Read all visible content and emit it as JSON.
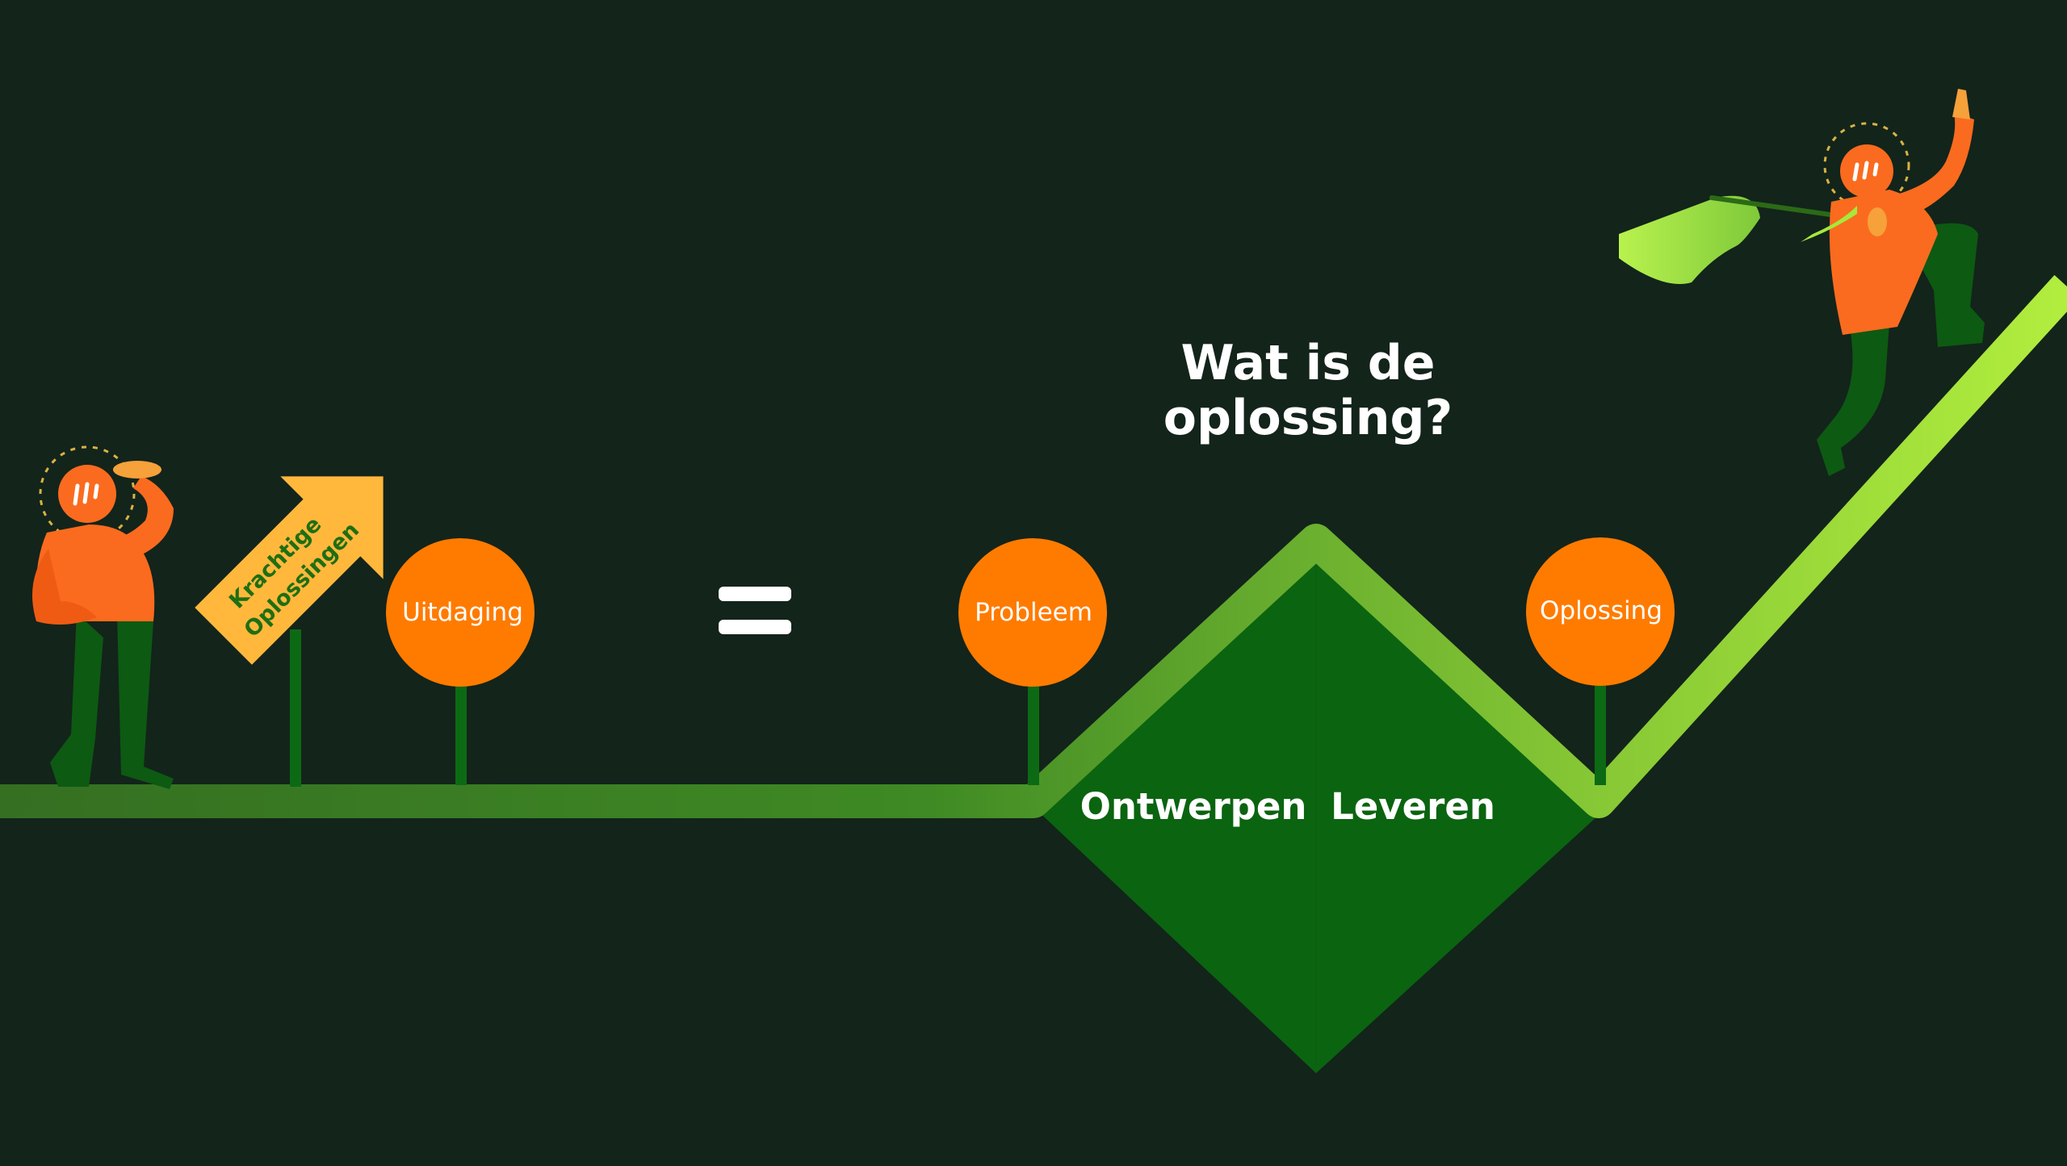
{
  "diagram": {
    "title_line1": "Wat is de",
    "title_line2": "oplossing?",
    "equals_symbol": "=",
    "sign": {
      "line1": "Krachtige",
      "line2": "Oplossingen"
    },
    "nodes": {
      "uitdaging": "Uitdaging",
      "probleem": "Probleem",
      "oplossing": "Oplossing"
    },
    "phases": {
      "ontwerpen": "Ontwerpen",
      "leveren": "Leveren"
    }
  },
  "colors": {
    "background": "#13241b",
    "node_fill": "#ff7b00",
    "path_green": "#5fa82a",
    "path_bright": "#a6e83c",
    "diamond_fill": "#0b6410",
    "stick_green": "#0d6a14",
    "sign_yellow": "#ffb83c",
    "person_orange": "#fa6b1f",
    "person_green": "#0d5a12",
    "flag_green": "#b6f04d",
    "text_white": "#ffffff"
  },
  "icons": {
    "left_figure": "thinking-person-icon",
    "right_figure": "celebrating-person-with-flag-icon",
    "sign": "arrow-signpost-icon"
  }
}
